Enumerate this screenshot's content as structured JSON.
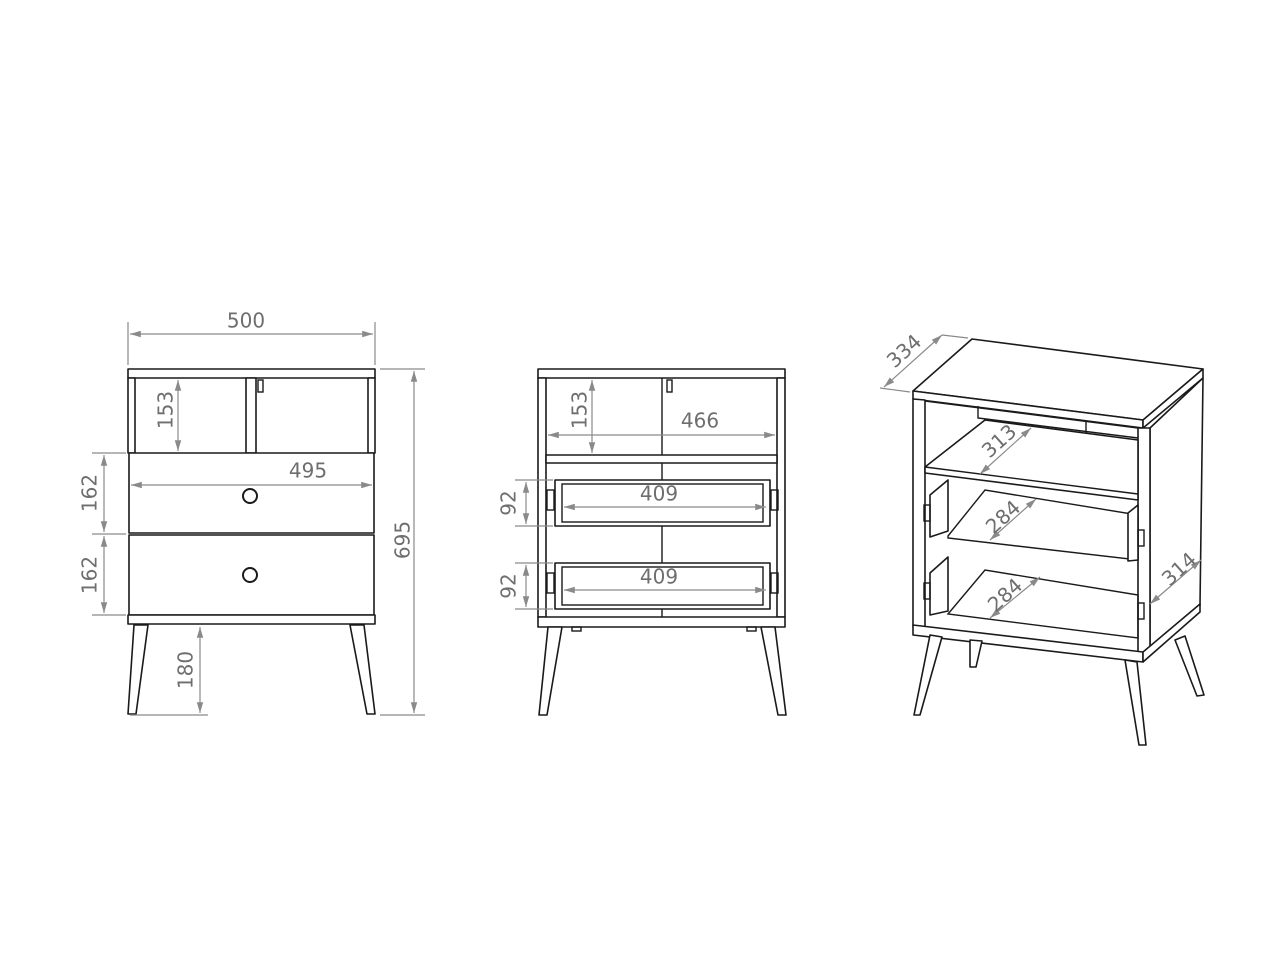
{
  "front_view": {
    "width_total": "500",
    "height_total": "695",
    "open_shelf_height": "153",
    "drawer_front_width": "495",
    "drawer_top_height": "162",
    "drawer_bottom_height": "162",
    "leg_height": "180"
  },
  "front_open_view": {
    "open_shelf_height": "153",
    "inner_width": "466",
    "drawer_top_inner_width": "409",
    "drawer_bottom_inner_width": "409",
    "drawer_top_inner_height": "92",
    "drawer_bottom_inner_height": "92"
  },
  "iso_view": {
    "top_depth": "334",
    "shelf_depth": "313",
    "drawer_top_depth": "284",
    "drawer_bottom_depth": "284",
    "side_depth": "314"
  },
  "colors": {
    "outline": "#1a1a1a",
    "dimension": "#8a8a8a",
    "background": "#ffffff"
  }
}
